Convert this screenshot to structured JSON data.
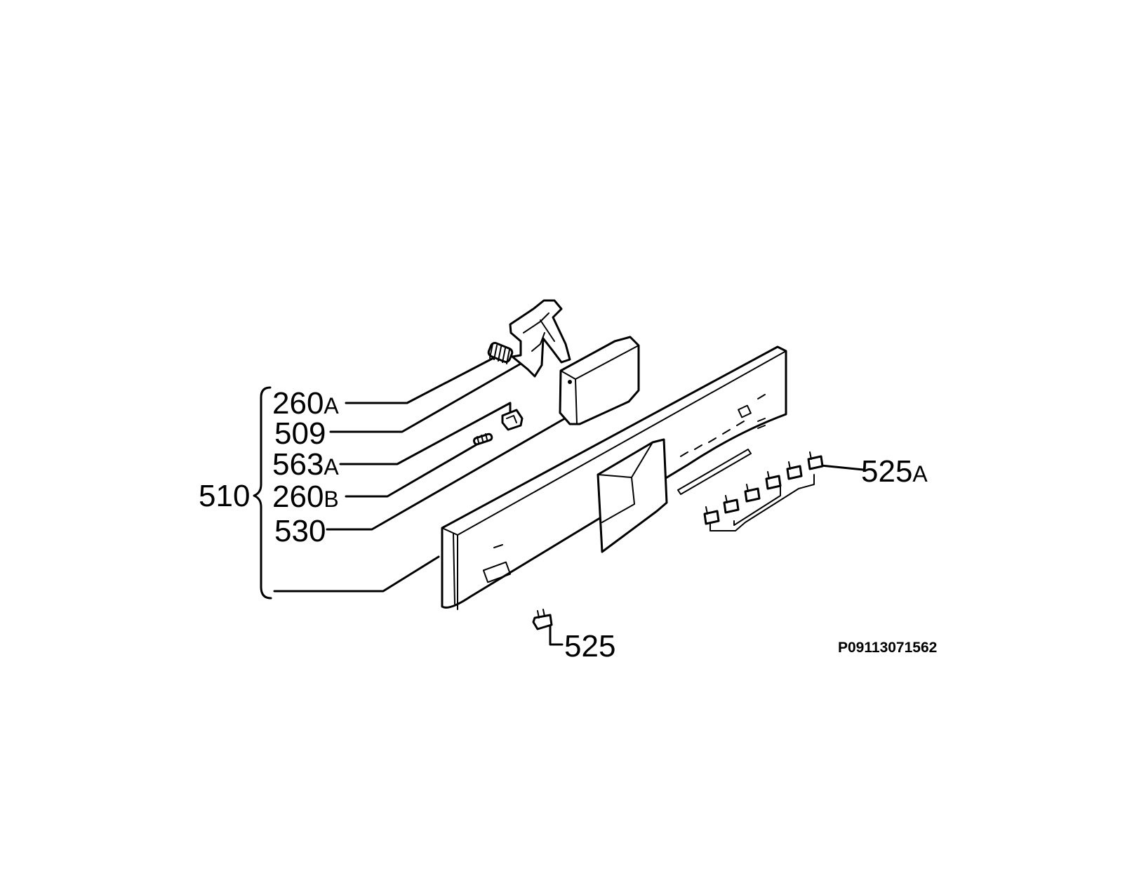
{
  "diagram": {
    "group_label": "510",
    "labels": {
      "l260a": {
        "num": "260",
        "suffix": "A"
      },
      "l509": {
        "num": "509",
        "suffix": ""
      },
      "l563a": {
        "num": "563",
        "suffix": "A"
      },
      "l260b": {
        "num": "260",
        "suffix": "B"
      },
      "l530": {
        "num": "530",
        "suffix": ""
      },
      "l525a": {
        "num": "525",
        "suffix": "A"
      },
      "l525": {
        "num": "525",
        "suffix": ""
      }
    },
    "drawing_code": "P09113071562"
  }
}
